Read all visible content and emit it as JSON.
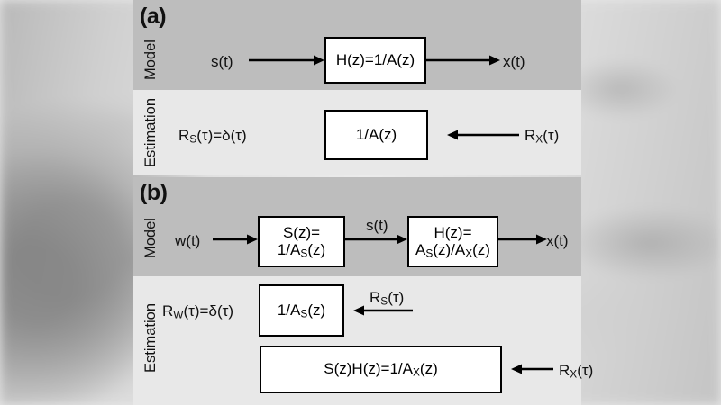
{
  "figure": {
    "panels": [
      {
        "letter": "(a)",
        "rows": [
          {
            "label": "Model",
            "tone": "dark",
            "nodes": [
              {
                "name": "filter-box-hz",
                "text": "H(z)=1/A(z)"
              }
            ],
            "labels": [
              {
                "name": "signal-label-st",
                "text": "s(t)"
              },
              {
                "name": "signal-label-xt",
                "text": "x(t)"
              }
            ]
          },
          {
            "label": "Estimation",
            "tone": "light",
            "nodes": [
              {
                "name": "inverse-filter-box",
                "text": "1/A(z)"
              }
            ],
            "labels": [
              {
                "name": "autocorr-label-rs",
                "text": "R",
                "sub": "S",
                "tail": "(τ)=δ(τ)"
              },
              {
                "name": "autocorr-label-rx",
                "text": "R",
                "sub": "X",
                "tail": "(τ)"
              }
            ]
          }
        ]
      },
      {
        "letter": "(b)",
        "rows": [
          {
            "label": "Model",
            "tone": "dark",
            "nodes": [
              {
                "name": "source-box-sz",
                "line1": "S(z)=",
                "line2": "1/A",
                "line2sub": "S",
                "line2tail": "(z)"
              },
              {
                "name": "filter-box-hz",
                "line1": "H(z)=",
                "line2": "A",
                "line2sub": "S",
                "line2mid": "(z)/A",
                "line2sub2": "X",
                "line2tail": "(z)"
              }
            ],
            "labels": [
              {
                "name": "signal-label-wt",
                "text": "w(t)"
              },
              {
                "name": "signal-label-st",
                "text": "s(t)"
              },
              {
                "name": "signal-label-xt",
                "text": "x(t)"
              }
            ]
          },
          {
            "label": "Estimation",
            "tone": "light",
            "nodes": [
              {
                "name": "inverse-source-box",
                "text": "1/A",
                "sub": "S",
                "tail": "(z)"
              },
              {
                "name": "combined-filter-box",
                "text": "S(z)H(z)=1/A",
                "sub": "X",
                "tail": "(z)"
              }
            ],
            "labels": [
              {
                "name": "autocorr-label-rw",
                "text": "R",
                "sub": "W",
                "tail": "(τ)=δ(τ)"
              },
              {
                "name": "autocorr-label-rs",
                "text": "R",
                "sub": "S",
                "tail": "(τ)"
              },
              {
                "name": "autocorr-label-rx",
                "text": "R",
                "sub": "X",
                "tail": "(τ)"
              }
            ]
          }
        ]
      }
    ],
    "colors": {
      "band_dark": "#bdbdbd",
      "band_light": "#e8e8e8",
      "box_fill": "#ffffff",
      "stroke": "#000000"
    }
  }
}
